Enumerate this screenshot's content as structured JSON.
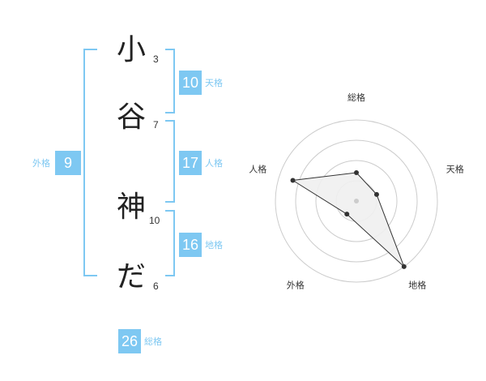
{
  "name": {
    "chars": [
      {
        "char": "小",
        "strokes": "3"
      },
      {
        "char": "谷",
        "strokes": "7"
      },
      {
        "char": "神",
        "strokes": "10"
      },
      {
        "char": "だ",
        "strokes": "6"
      }
    ]
  },
  "fortune": {
    "tenkaku": {
      "label": "天格",
      "value": "10"
    },
    "jinkaku": {
      "label": "人格",
      "value": "17"
    },
    "chikaku": {
      "label": "地格",
      "value": "16"
    },
    "gaikaku": {
      "label": "外格",
      "value": "9"
    },
    "soukaku": {
      "label": "総格",
      "value": "26"
    }
  },
  "chart_data": {
    "type": "radar",
    "categories": [
      "総格",
      "天格",
      "地格",
      "外格",
      "人格"
    ],
    "values": [
      1.4,
      1.05,
      4,
      0.8,
      3.3
    ],
    "rmax": 4,
    "rings": 4,
    "colors": {
      "fill": "#f0f0f0",
      "line": "#333333",
      "grid": "#cccccc",
      "point": "#333333",
      "center": "#cccccc"
    }
  }
}
